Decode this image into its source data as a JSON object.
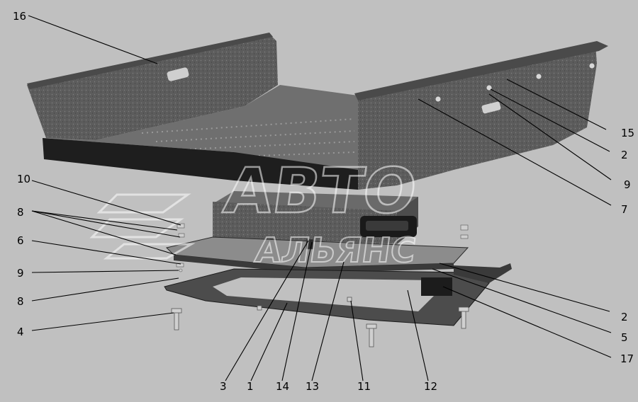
{
  "diagram": {
    "watermark": {
      "line1": "АВТО",
      "line2": "АЛЬЯНС"
    },
    "callouts": {
      "c16": "16",
      "c15": "15",
      "c2a": "2",
      "c9a": "9",
      "c7": "7",
      "c10": "10",
      "c8a": "8",
      "c6": "6",
      "c9b": "9",
      "c8b": "8",
      "c4": "4",
      "c2b": "2",
      "c5": "5",
      "c17": "17",
      "c3": "3",
      "c1": "1",
      "c14": "14",
      "c13": "13",
      "c11": "11",
      "c12": "12"
    }
  },
  "colors": {
    "background": "#c0c0c0",
    "tray": "#5a5a5a",
    "tray_dark": "#222222",
    "tray_floor": "#6e6e6e",
    "lines": "#000000"
  }
}
